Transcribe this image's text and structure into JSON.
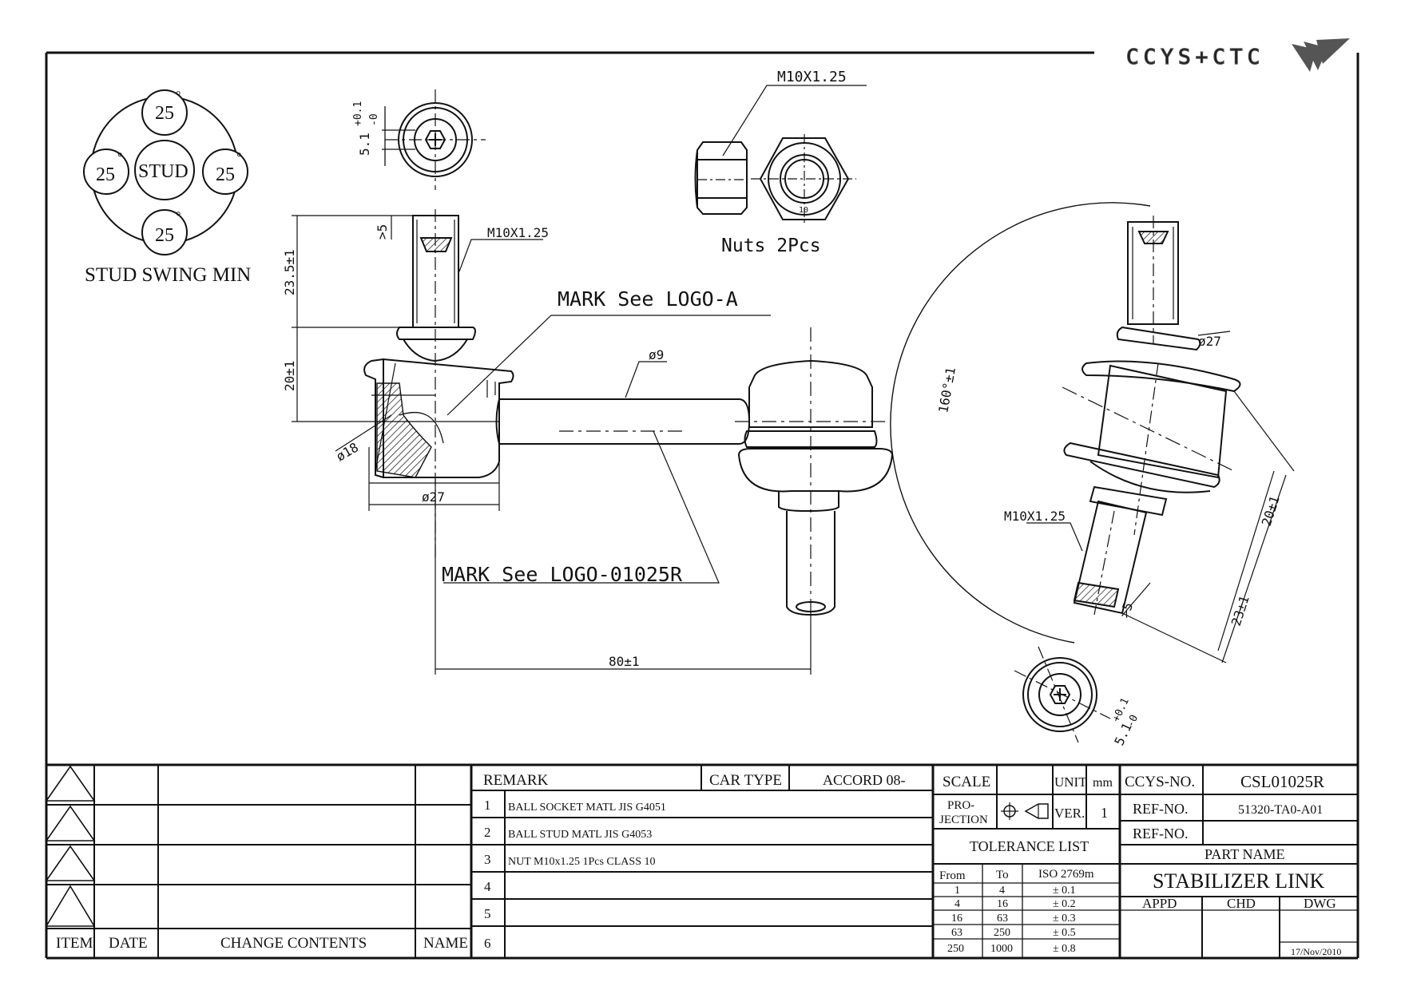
{
  "brand": {
    "text": "CCYS+CTC"
  },
  "swing": {
    "title": "STUD SWING MIN",
    "center": "STUD",
    "top": "25",
    "left": "25",
    "right": "25",
    "bottom": "25",
    "degree": "°"
  },
  "side_view": {
    "top_dim": "5.1",
    "top_dim_upper": "+0.1",
    "top_dim_lower": "-0",
    "gt5": ">5",
    "thread_label": "M10X1.25",
    "height_upper": "23.5±1",
    "height_lower": "20±1",
    "ball_dia": "ø18",
    "socket_dia": "ø27",
    "shaft_dia": "ø9",
    "length": "80±1",
    "mark_logo_a": "MARK See LOGO-A",
    "mark_logo_part": "MARK See LOGO-01025R"
  },
  "nut": {
    "thread_label": "M10X1.25",
    "caption": "Nuts 2Pcs",
    "small_mark": "10"
  },
  "angled_view": {
    "angle": "160°±1",
    "dia": "ø27",
    "thread_label": "M10X1.25",
    "gt5": ">5",
    "dim_20": "20±1",
    "dim_23": "23±1",
    "dim_51": "5.1",
    "dim_51_upper": "+0.1",
    "dim_51_lower": "-0"
  },
  "revision_table": {
    "headers": {
      "item": "ITEM",
      "date": "DATE",
      "change": "CHANGE CONTENTS",
      "name": "NAME"
    }
  },
  "remark_table": {
    "remark": "REMARK",
    "car_type_label": "CAR TYPE",
    "car_type_value": "ACCORD 08-",
    "rows": [
      {
        "no": "1",
        "text": "BALL SOCKET MATL JIS G4051"
      },
      {
        "no": "2",
        "text": "BALL STUD MATL JIS G4053"
      },
      {
        "no": "3",
        "text": "NUT M10x1.25 1Pcs CLASS 10"
      },
      {
        "no": "4",
        "text": ""
      },
      {
        "no": "5",
        "text": ""
      },
      {
        "no": "6",
        "text": ""
      }
    ]
  },
  "scale_block": {
    "scale": "SCALE",
    "unit": "UNIT",
    "unit_value": "mm",
    "projection_line1": "PRO-",
    "projection_line2": "JECTION",
    "ver": "VER.",
    "ver_value": "1",
    "tolerance_title": "TOLERANCE LIST",
    "tol_headers": {
      "from": "From",
      "to": "To",
      "std": "ISO 2769m"
    },
    "tol_rows": [
      {
        "from": "1",
        "to": "4",
        "tol": "± 0.1"
      },
      {
        "from": "4",
        "to": "16",
        "tol": "± 0.2"
      },
      {
        "from": "16",
        "to": "63",
        "tol": "± 0.3"
      },
      {
        "from": "63",
        "to": "250",
        "tol": "± 0.5"
      },
      {
        "from": "250",
        "to": "1000",
        "tol": "± 0.8"
      }
    ]
  },
  "title_block": {
    "ccys_no_label": "CCYS-NO.",
    "ccys_no": "CSL01025R",
    "ref_no_label": "REF-NO.",
    "ref_no": "51320-TA0-A01",
    "ref_no2_label": "REF-NO.",
    "ref_no2": "",
    "part_name_label": "PART NAME",
    "part_name": "STABILIZER LINK",
    "appd": "APPD",
    "chd": "CHD",
    "dwg": "DWG",
    "date": "17/Nov/2010"
  }
}
